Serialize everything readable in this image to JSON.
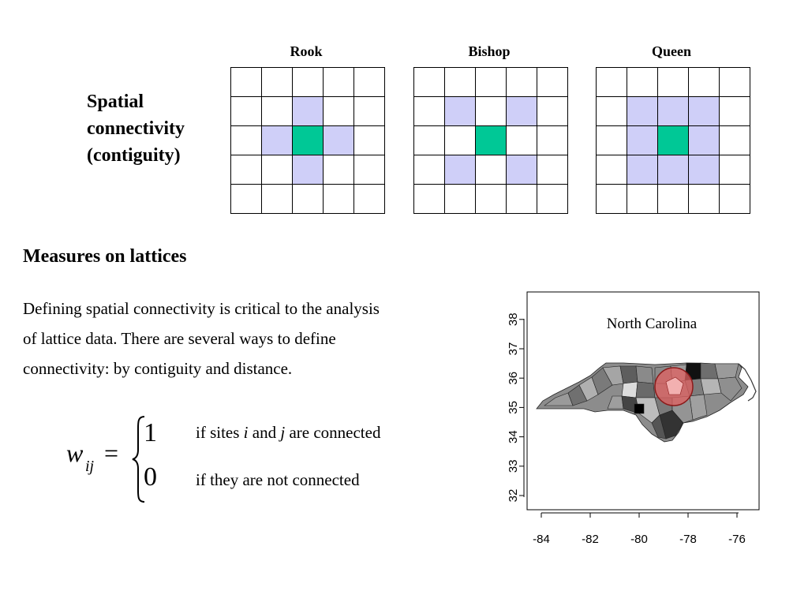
{
  "grids": [
    {
      "title": "Rook",
      "neighbors": [
        [
          1,
          2
        ],
        [
          2,
          1
        ],
        [
          2,
          3
        ],
        [
          3,
          2
        ]
      ]
    },
    {
      "title": "Bishop",
      "neighbors": [
        [
          1,
          1
        ],
        [
          1,
          3
        ],
        [
          3,
          1
        ],
        [
          3,
          3
        ]
      ]
    },
    {
      "title": "Queen",
      "neighbors": [
        [
          1,
          1
        ],
        [
          1,
          2
        ],
        [
          1,
          3
        ],
        [
          2,
          1
        ],
        [
          2,
          3
        ],
        [
          3,
          1
        ],
        [
          3,
          2
        ],
        [
          3,
          3
        ]
      ]
    }
  ],
  "grid_center": [
    2,
    2
  ],
  "colors": {
    "neighbor": "#cfcff8",
    "center": "#00c896",
    "highlight_circle": "#e06060"
  },
  "side_title": {
    "line1": "Spatial",
    "line2": "connectivity",
    "line3": "(contiguity)"
  },
  "section_heading": "Measures on lattices",
  "body": {
    "line1": "Defining spatial connectivity is critical to the analysis",
    "line2": "of lattice data. There are several ways to define",
    "line3": "connectivity: by contiguity and distance."
  },
  "formula": {
    "symbol": "w",
    "subscript": "ij",
    "equals": "=",
    "value_connected": "1",
    "value_not_connected": "0",
    "cond_prefix": "if sites ",
    "cond_i": "i",
    "cond_and": " and ",
    "cond_j": "j",
    "cond_suffix": " are connected",
    "cond_not": "if they are not connected"
  },
  "map": {
    "title": "North Carolina",
    "x_ticks": [
      "-84",
      "-82",
      "-80",
      "-78",
      "-76"
    ],
    "y_ticks": [
      "32",
      "33",
      "34",
      "35",
      "36",
      "37",
      "38"
    ]
  }
}
